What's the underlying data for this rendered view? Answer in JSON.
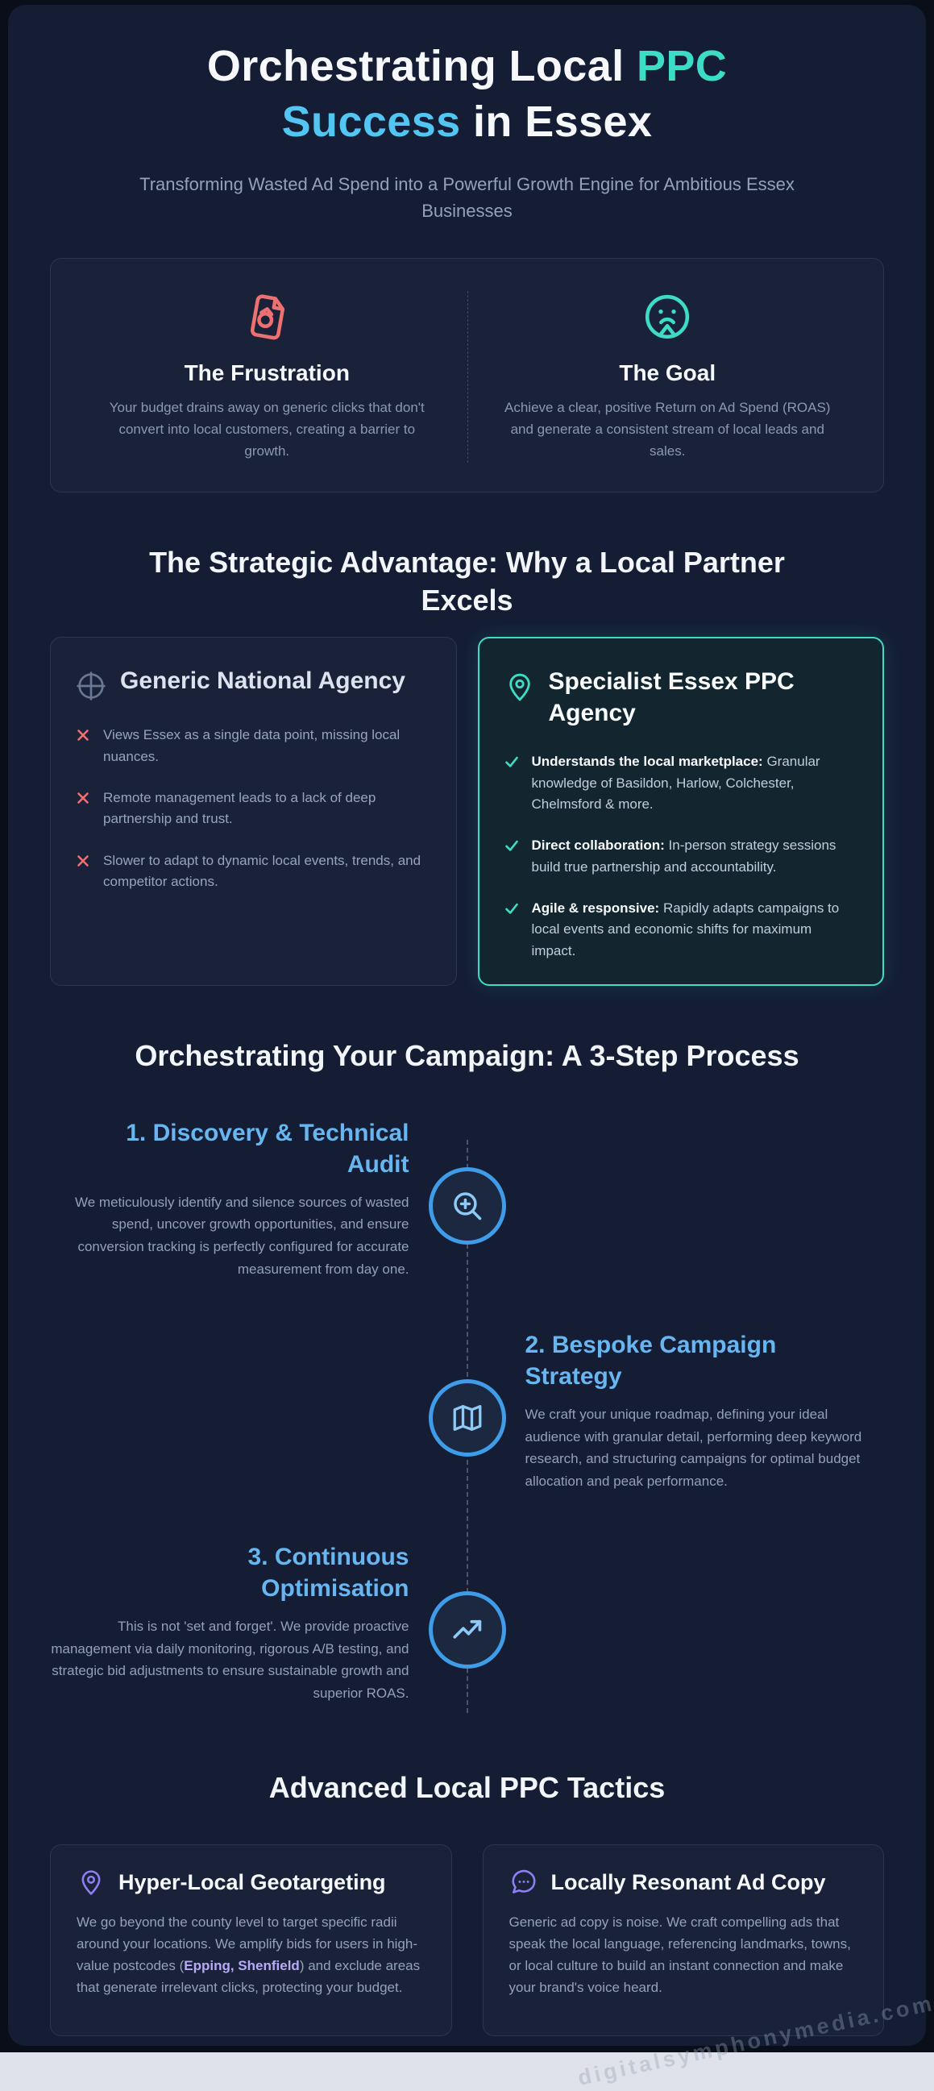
{
  "theme": {
    "teal": "#3ddcc6",
    "blue": "#52c5f2",
    "step-blue": "#68b6f1",
    "coral": "#ef7070",
    "purple": "#8d80f7",
    "purple-light": "#b7abf9"
  },
  "header": {
    "title_line1_pre": "Orchestrating Local ",
    "title_line1_accent": "PPC",
    "title_line2_accent": "Success",
    "title_line2_post": " in Essex",
    "subtitle": "Transforming Wasted Ad Spend into a Powerful Growth Engine for Ambitious Essex Businesses"
  },
  "problem_goal": {
    "frustration": {
      "icon": "wasted-budget-icon",
      "title": "The Frustration",
      "text": "Your budget drains away on generic clicks that don't convert into local customers, creating a barrier to growth."
    },
    "goal": {
      "icon": "goal-face-icon",
      "title": "The Goal",
      "text": "Achieve a clear, positive Return on Ad Spend (ROAS) and generate a consistent stream of local leads and sales."
    }
  },
  "advantage": {
    "heading": "The Strategic Advantage: Why a Local Partner Excels",
    "generic": {
      "icon": "globe-icon",
      "title": "Generic National Agency",
      "items": [
        "Views Essex as a single data point, missing local nuances.",
        "Remote management leads to a lack of deep partnership and trust.",
        "Slower to adapt to dynamic local events, trends, and competitor actions."
      ]
    },
    "specialist": {
      "icon": "map-pin-icon",
      "title": "Specialist Essex PPC Agency",
      "items": [
        {
          "lead": "Understands the local marketplace:",
          "rest": " Granular knowledge of Basildon, Harlow, Colchester, Chelmsford & more."
        },
        {
          "lead": "Direct collaboration:",
          "rest": " In-person strategy sessions build true partnership and accountability."
        },
        {
          "lead": "Agile & responsive:",
          "rest": " Rapidly adapts campaigns to local events and economic shifts for maximum impact."
        }
      ]
    }
  },
  "process": {
    "heading": "Orchestrating Your Campaign: A 3-Step Process",
    "steps": [
      {
        "icon": "zoom-in-icon",
        "title": "1. Discovery & Technical Audit",
        "text": "We meticulously identify and silence sources of wasted spend, uncover growth opportunities, and ensure conversion tracking is perfectly configured for accurate measurement from day one."
      },
      {
        "icon": "map-icon",
        "title": "2. Bespoke Campaign Strategy",
        "text": "We craft your unique roadmap, defining your ideal audience with granular detail, performing deep keyword research, and structuring campaigns for optimal budget allocation and peak performance."
      },
      {
        "icon": "trending-up-icon",
        "title": "3. Continuous Optimisation",
        "text": "This is not 'set and forget'. We provide proactive management via daily monitoring, rigorous A/B testing, and strategic bid adjustments to ensure sustainable growth and superior ROAS."
      }
    ]
  },
  "tactics": {
    "heading": "Advanced Local PPC Tactics",
    "cards": [
      {
        "icon": "location-pin-icon",
        "title": "Hyper-Local Geotargeting",
        "text_pre": "We go beyond the county level to target specific radii around your locations. We amplify bids for users in high-value postcodes (",
        "highlight": "Epping, Shenfield",
        "text_post": ") and exclude areas that generate irrelevant clicks, protecting your budget."
      },
      {
        "icon": "speech-bubble-icon",
        "title": "Locally Resonant Ad Copy",
        "text": "Generic ad copy is noise. We craft compelling ads that speak the local language, referencing landmarks, towns, or local culture to build an instant connection and make your brand's voice heard."
      }
    ]
  },
  "watermark": "digitalsymphonymedia.com"
}
